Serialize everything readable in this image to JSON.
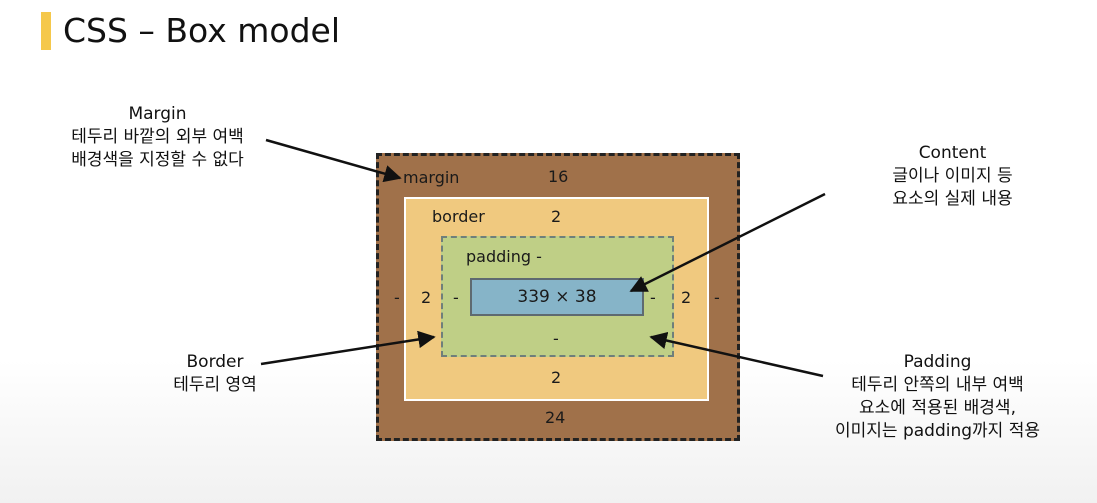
{
  "slide": {
    "title": "CSS – Box model"
  },
  "callouts": {
    "margin": [
      "Margin",
      "테두리 바깥의 외부 여백",
      "배경색을 지정할 수 없다"
    ],
    "content": [
      "Content",
      "글이나 이미지 등",
      "요소의 실제 내용"
    ],
    "border": [
      "Border",
      "테두리 영역"
    ],
    "padding": [
      "Padding",
      "테두리 안쪽의 내부 여백",
      "요소에 적용된 배경색,",
      "이미지는 padding까지 적용"
    ]
  },
  "box_model": {
    "margin": {
      "label": "margin",
      "top": "16",
      "right": "-",
      "bottom": "24",
      "left": "-"
    },
    "border": {
      "label": "border",
      "top": "2",
      "right": "2",
      "bottom": "2",
      "left": "2"
    },
    "padding": {
      "label": "padding -",
      "right": "-",
      "bottom": "-",
      "left": "-"
    },
    "content": {
      "size": "339 × 38"
    }
  },
  "colors": {
    "accent_bar": "#f5c84b",
    "margin": "#a0714a",
    "border": "#f0c97f",
    "padding": "#bfcf86",
    "content": "#86b4c8"
  }
}
